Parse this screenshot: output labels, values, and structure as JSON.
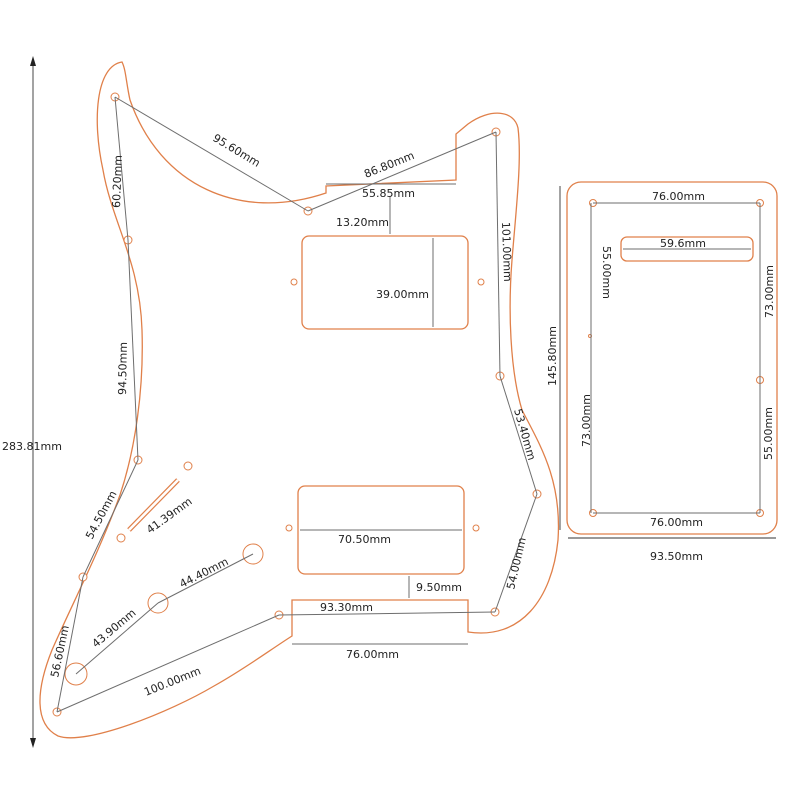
{
  "colors": {
    "outline": "#e0804a",
    "dimension_line": "#6e6e6e",
    "text": "#222222",
    "background": "#ffffff"
  },
  "pickguard": {
    "overall_height": "283.81mm",
    "dimensions": {
      "top_hole_to_horn": "95.60mm",
      "upper_left_vertical": "60.20mm",
      "horn_to_right": "86.80mm",
      "neck_cutout_width": "55.85mm",
      "neck_gap": "13.20mm",
      "right_upper_vertical": "101.00mm",
      "left_mid_vertical": "94.50mm",
      "neck_pickup_height": "39.00mm",
      "lower_left": "54.50mm",
      "switch_slot": "41.39mm",
      "right_lower_diag": "53.40mm",
      "bridge_pickup_width": "70.50mm",
      "knob_spacing_1": "44.40mm",
      "bridge_gap": "9.50mm",
      "right_bottom": "54.00mm",
      "knob_spacing_2": "43.90mm",
      "bottom_horizontal": "93.30mm",
      "left_bottom": "56.60mm",
      "bottom_notch_width": "76.00mm",
      "bottom_diag": "100.00mm"
    }
  },
  "back_plate": {
    "height": "145.80mm",
    "width": "93.50mm",
    "top_width": "76.00mm",
    "slot_width": "59.6mm",
    "left_upper": "55.00mm",
    "right_upper": "73.00mm",
    "left_lower": "73.00mm",
    "right_lower": "55.00mm",
    "bottom_width": "76.00mm"
  }
}
